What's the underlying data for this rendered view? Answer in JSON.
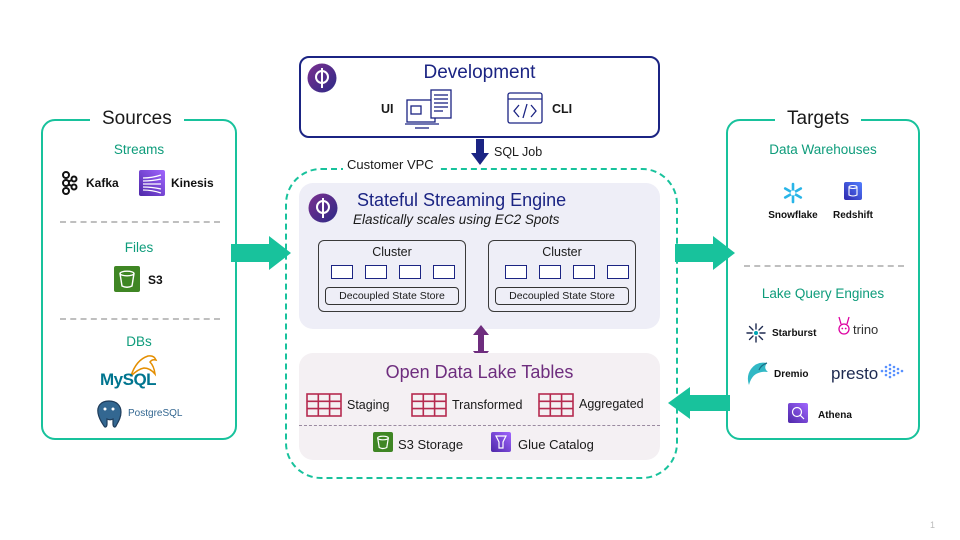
{
  "sources": {
    "title": "Sources",
    "groups": [
      {
        "title": "Streams",
        "items": [
          "Kafka",
          "Kinesis"
        ]
      },
      {
        "title": "Files",
        "items": [
          "S3"
        ]
      },
      {
        "title": "DBs",
        "items": [
          "MySQL",
          "PostgreSQL"
        ]
      }
    ]
  },
  "targets": {
    "title": "Targets",
    "groups": [
      {
        "title": "Data Warehouses",
        "items": [
          "Snowflake",
          "Redshift"
        ]
      },
      {
        "title": "Lake Query Engines",
        "items": [
          "Starburst",
          "trino",
          "Dremio",
          "presto",
          "Athena"
        ]
      }
    ]
  },
  "development": {
    "title": "Development",
    "ui_label": "UI",
    "cli_label": "CLI",
    "arrow_label": "SQL Job"
  },
  "vpc": {
    "label": "Customer VPC",
    "engine": {
      "title": "Stateful Streaming Engine",
      "subtitle": "Elastically scales using EC2 Spots",
      "clusters": [
        {
          "title": "Cluster",
          "store": "Decoupled State Store"
        },
        {
          "title": "Cluster",
          "store": "Decoupled State Store"
        }
      ]
    },
    "lake": {
      "title": "Open Data Lake Tables",
      "tables": [
        "Staging",
        "Transformed",
        "Aggregated"
      ],
      "storage": "S3 Storage",
      "catalog": "Glue Catalog"
    }
  },
  "page_number": "1",
  "colors": {
    "teal": "#18c29c",
    "navy": "#1b2483",
    "purple": "#6e2d7e",
    "table_red": "#b52a4f",
    "s3_green": "#3f8624"
  }
}
